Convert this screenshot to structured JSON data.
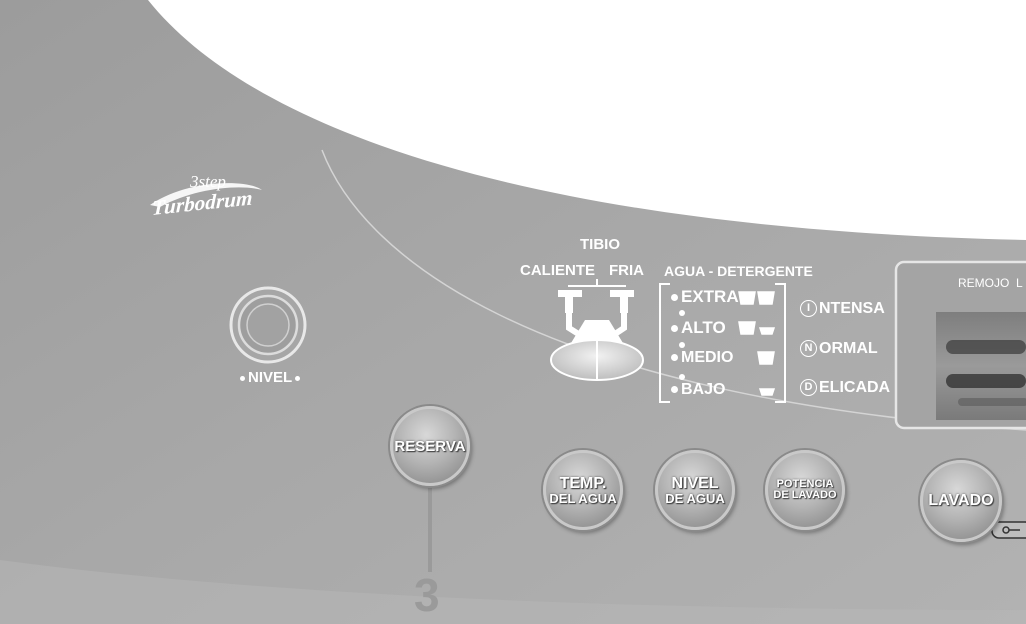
{
  "brand": {
    "step_text": "3step",
    "brand_text": "Turbodrum"
  },
  "nivel_knob": {
    "label": "NIVEL"
  },
  "water_temp": {
    "top_label": "TIBIO",
    "left_label": "CALIENTE",
    "right_label": "FRIA"
  },
  "agua_detergente": {
    "title": "AGUA - DETERGENTE",
    "levels": [
      "EXTRA",
      "ALTO",
      "MEDIO",
      "BAJO"
    ]
  },
  "wash_modes": [
    {
      "letter": "I",
      "rest": "NTENSA"
    },
    {
      "letter": "N",
      "rest": "ORMAL"
    },
    {
      "letter": "D",
      "rest": "ELICADA"
    }
  ],
  "display": {
    "label_1": "REMOJO",
    "label_2": "L"
  },
  "buttons": {
    "reserva": [
      "RESERVA"
    ],
    "temp": [
      "TEMP.",
      "DEL AGUA"
    ],
    "nivel": [
      "NIVEL",
      "DE AGUA"
    ],
    "potencia": [
      "POTENCIA",
      "DE LAVADO"
    ],
    "lavado": [
      "LAVADO"
    ]
  },
  "callout": {
    "number": "3"
  },
  "colors": {
    "panel": "#a9a9a9",
    "panel_edge": "#8c8c8c",
    "text": "#ffffff",
    "callout": "#9a9a9a"
  }
}
